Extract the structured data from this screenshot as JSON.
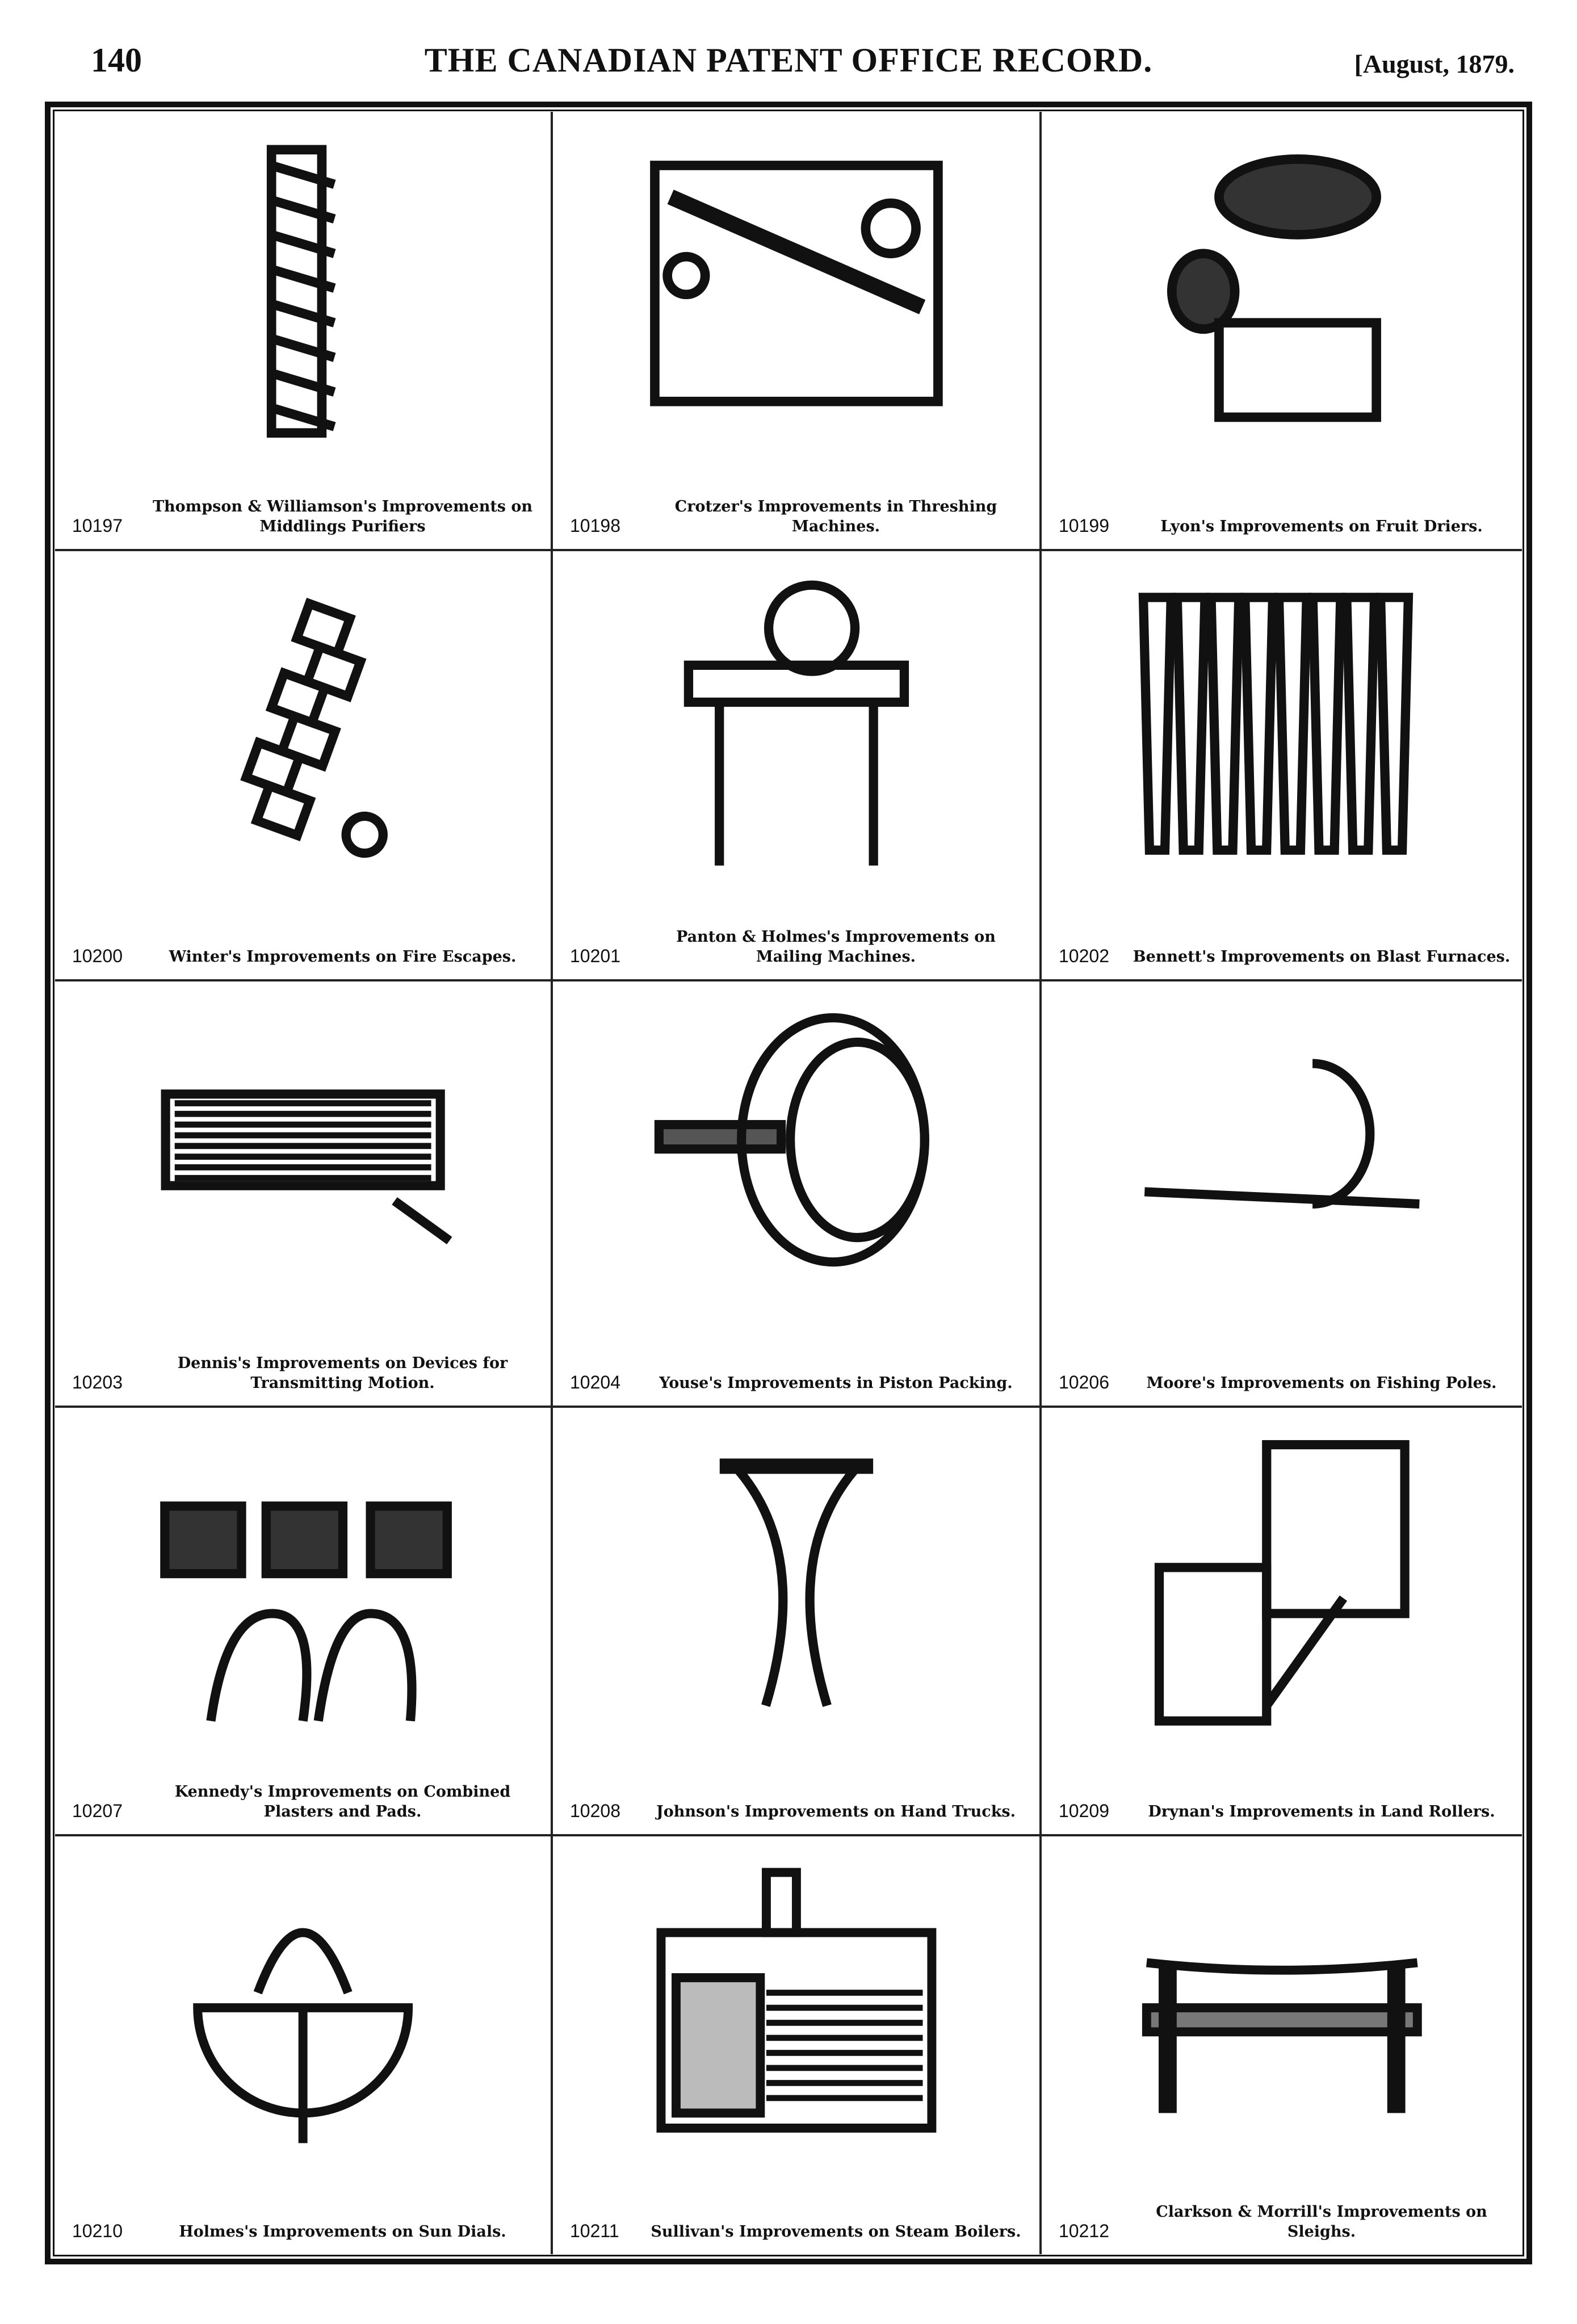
{
  "header": {
    "page_number": "140",
    "title": "THE CANADIAN PATENT OFFICE RECORD.",
    "date": "[August, 1879."
  },
  "patents": [
    {
      "number": "10197",
      "caption": "Thompson & Williamson's Improvements on Middlings Purifiers"
    },
    {
      "number": "10198",
      "caption": "Crotzer's Improvements in Threshing Machines."
    },
    {
      "number": "10199",
      "caption": "Lyon's Improvements on Fruit Driers."
    },
    {
      "number": "10200",
      "caption": "Winter's Improvements on Fire Escapes."
    },
    {
      "number": "10201",
      "caption": "Panton & Holmes's Improvements on Mailing Machines."
    },
    {
      "number": "10202",
      "caption": "Bennett's Improvements on Blast Furnaces."
    },
    {
      "number": "10203",
      "caption": "Dennis's Improvements on Devices for Transmitting Motion."
    },
    {
      "number": "10204",
      "caption": "Youse's Improvements in Piston Packing."
    },
    {
      "number": "10206",
      "caption": "Moore's Improvements on Fishing Poles."
    },
    {
      "number": "10207",
      "caption": "Kennedy's Improvements on Combined Plasters and Pads."
    },
    {
      "number": "10208",
      "caption": "Johnson's Improvements on Hand Trucks."
    },
    {
      "number": "10209",
      "caption": "Drynan's Improvements in Land Rollers."
    },
    {
      "number": "10210",
      "caption": "Holmes's Improvements on Sun Dials."
    },
    {
      "number": "10211",
      "caption": "Sullivan's Improvements on Steam Boilers."
    },
    {
      "number": "10212",
      "caption": "Clarkson & Morrill's Improvements on Sleighs."
    }
  ]
}
